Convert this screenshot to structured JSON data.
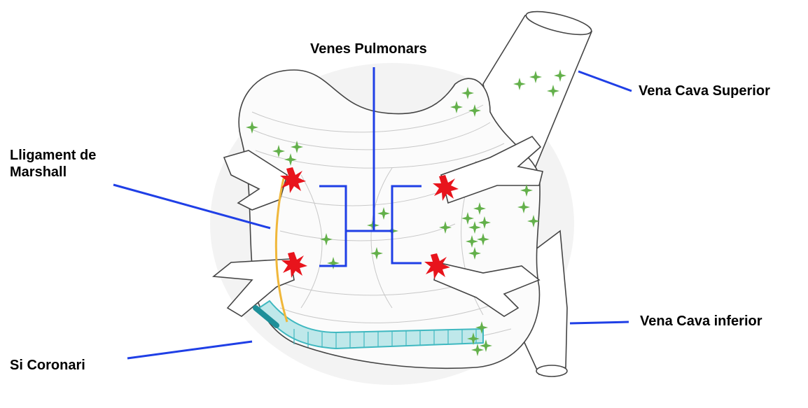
{
  "labels": {
    "venes_pulmonars": "Venes Pulmonars",
    "vena_cava_superior": "Vena Cava Superior",
    "lligament_line1": "Lligament de",
    "lligament_line2": "Marshall",
    "vena_cava_inferior": "Vena Cava inferior",
    "si_coronari": "Si Coronari"
  },
  "colors": {
    "leader_line": "#1f3fe6",
    "ablation_star": "#e8141c",
    "ectopic_focus": "#63b04a",
    "coronary_sinus": "#3fb8c0",
    "marshall_ligament": "#f0b73a",
    "outline": "#444444"
  },
  "icons": [
    "red-burst-icon",
    "green-sparkle-icon"
  ]
}
